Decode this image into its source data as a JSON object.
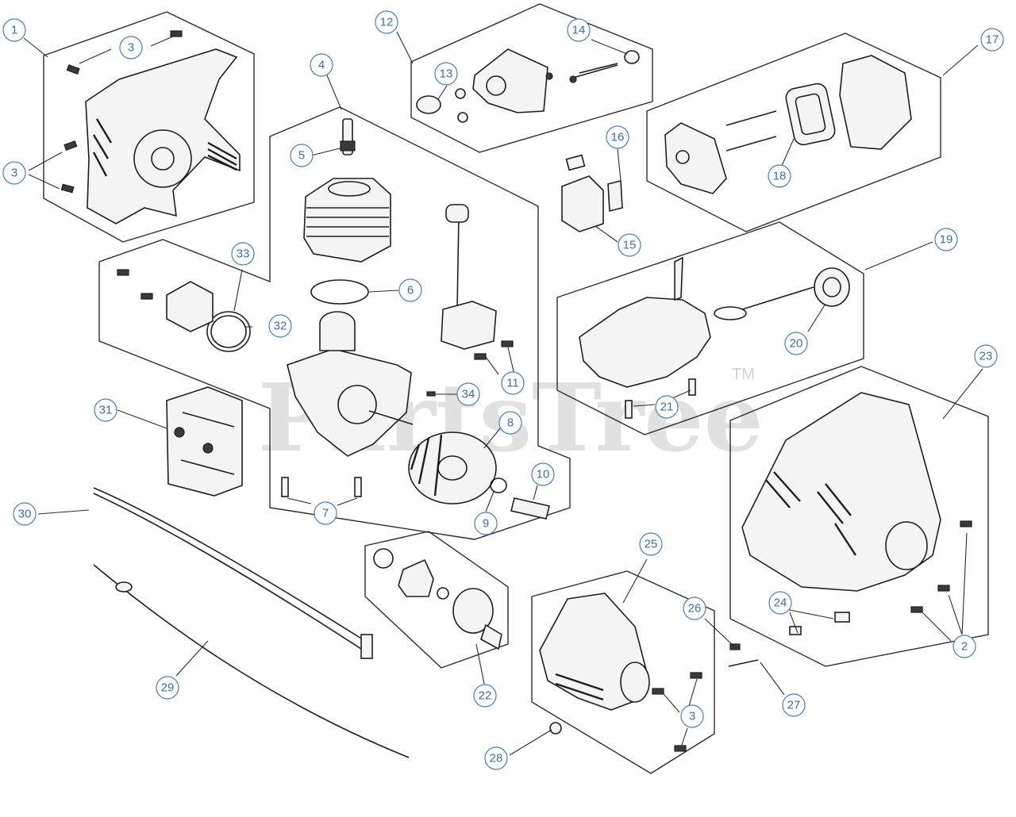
{
  "watermark": {
    "text": "PartsTree",
    "trademark": "TM"
  },
  "callouts": [
    "1",
    "2",
    "3",
    "4",
    "5",
    "6",
    "7",
    "8",
    "9",
    "10",
    "11",
    "12",
    "13",
    "14",
    "15",
    "16",
    "17",
    "18",
    "19",
    "20",
    "21",
    "22",
    "23",
    "24",
    "25",
    "26",
    "27",
    "28",
    "29",
    "30",
    "31",
    "32",
    "33",
    "34"
  ],
  "colors": {
    "callout": "#3d6fa6",
    "line": "#1e1e1e",
    "watermark": "#c9c9c9"
  }
}
